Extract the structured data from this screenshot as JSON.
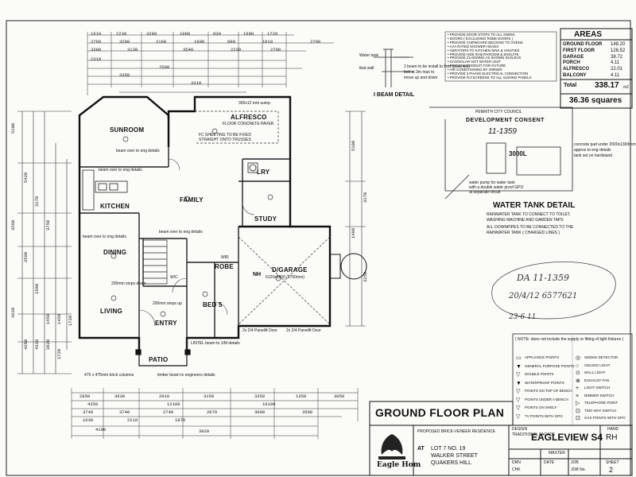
{
  "areas": {
    "title": "AREAS",
    "rows": [
      {
        "label": "GROUND FLOOR",
        "value": "148.20"
      },
      {
        "label": "FIRST FLOOR",
        "value": "126.52"
      },
      {
        "label": "GARAGE",
        "value": "38.72"
      },
      {
        "label": "PORCH",
        "value": "4.11"
      },
      {
        "label": "ALFRESCO",
        "value": "22.01"
      },
      {
        "label": "BALCONY",
        "value": "4.11"
      }
    ],
    "total_label": "Total",
    "total_value": "338.17",
    "total_unit": "m2",
    "squares": "36.36 squares"
  },
  "notes": {
    "lines": [
      "PROVIDE DOOR STOPS TO ALL SWING",
      "DOORS ( EXCLUDING ROBE DOORS )",
      "PROVIDE CHIPBOARD DECKING TO OVENS",
      "AAA RATED SHOWER HEADS",
      "AERATORS TO KITCHEN SINK & VANITIES",
      "PROVIDE HOB IN BATHROOM & ENSUITE",
      "PROVIDE CLADDING AS SHOWN IN ELEVS",
      "GAS/SOLAR HOT WATER UNIT",
      "PROVIDE CONDUIT FOR FUTURE",
      "AIR CONDITIONING BY OWNER",
      "PROVIDE 3 PHASE ELECTRICAL CONNECTION",
      "PROVIDE FLYSCREENS TO ALL SLIDING PANELS"
    ]
  },
  "ibeam": {
    "title": "I BEAM DETAIL",
    "labels": [
      "Water tank",
      "tbat wall",
      "1 beam to be install to floor joists with",
      "bolt at 3m max to",
      "move up and down"
    ]
  },
  "council_stamp": {
    "lines": [
      "PENRITH CITY COUNCIL",
      "DEVELOPMENT CONSENT",
      "11-1359"
    ]
  },
  "water_tank": {
    "title": "WATER TANK DETAIL",
    "caption": [
      "RAINWATER TANK TO CONNECT TO TOILET,",
      "WASHING MACHINE AND GARDEN TAPS",
      "ALL DOWNPIPES TO BE CONNECTED TO THE",
      "RAINWATER TANK ( CHARGED LINES )"
    ],
    "tank_label": "3000L",
    "labels": [
      "water pump for water tank",
      "with a double water proof GPO",
      "at separate circuit",
      "concrete pad under 2000x1300mm",
      "approx to eng details",
      "tank set on hardstand"
    ]
  },
  "handwritten": {
    "line1": "DA 11-1359",
    "line2": "20/4/12  6577621",
    "line3": "23-6  11"
  },
  "legend": {
    "note": "( NOTE: does not include the supply or fitting of light fixtures )",
    "left_items": [
      {
        "symbol": "▭",
        "label": "APPLIANCE POINTS"
      },
      {
        "symbol": "▼",
        "label": "GENERAL PURPOSE POINTS"
      },
      {
        "symbol": "▽",
        "label": "DOUBLE POINTS"
      },
      {
        "symbol": "▼",
        "label": "WATERPROOF POINTS"
      },
      {
        "symbol": "▽",
        "label": "POINTS ON TOP OF BENCH"
      },
      {
        "symbol": "▽",
        "label": "POINTS UNDER A BENCH"
      },
      {
        "symbol": "▽",
        "label": "POINTS ON SHELF"
      },
      {
        "symbol": "▽",
        "label": "TV POINTS WITH GPO"
      }
    ],
    "right_items": [
      {
        "symbol": "◎",
        "label": "SMOKE DETECTOR"
      },
      {
        "symbol": "○",
        "label": "CEILING LIGHT"
      },
      {
        "symbol": "⊙",
        "label": "WALL LIGHT"
      },
      {
        "symbol": "⊗",
        "label": "EXHAUST FAN"
      },
      {
        "symbol": "+",
        "label": "LIGHT SWITCH"
      },
      {
        "symbol": "×",
        "label": "DIMMER SWITCH"
      },
      {
        "symbol": "▷",
        "label": "TELEPHONE POINT"
      },
      {
        "symbol": "⊡",
        "label": "TWO WAY SWITCH"
      },
      {
        "symbol": "⊡",
        "label": "GAS POINTS WITH GPO"
      }
    ]
  },
  "plan_title": "GROUND FLOOR PLAN",
  "title_block": {
    "logo_text": "Eagle Hom",
    "project_label": "PROPOSED BRICK-VENEER RESIDENCE",
    "at_label": "AT",
    "address": [
      "LOT 7 NO. 19",
      "WALKER STREET",
      "QUAKERS HILL"
    ],
    "design_label": "DESIGN",
    "design_sub": "TRADITIONAL FACADE",
    "design_name": "EAGLEVIEW S4",
    "hand_label": "HAND",
    "hand_value": "RH",
    "sheet_label": "SHEET",
    "sheet_value": "2",
    "grid_labels": [
      "DRN",
      "CHK",
      "DATE",
      "JOB",
      "JOB No.",
      "MASTER"
    ]
  },
  "rooms": {
    "sunroom": "SUNROOM",
    "alfresco": "ALFRESCO",
    "alfresco_sub": "FLOOR CONCRETE PAVER",
    "kitchen": "KITCHEN",
    "family": "FAMILY",
    "study": "STUDY",
    "lry": "LRY",
    "dining": "DINING",
    "living": "LIVING",
    "entry": "ENTRY",
    "bed5": "BED 5",
    "robe": "ROBE",
    "garage": "D/GARAGE",
    "garage_sub": "5120x5900 (3750mm)",
    "patio": "PATIO",
    "wc": "W/C",
    "nh": "NH"
  },
  "plan_notes": [
    "FC SHEETING TO BE FIXED",
    "STRAIGHT ONTO TRUSSES",
    "beam over to eng details",
    "beam over to eng details",
    "beam over to eng details",
    "beam over to eng details",
    "timber beam to engineers details",
    "LINTEL beam to 1/M details",
    "475 x 475mm brick columns",
    "2x 2/4 Panelift Door",
    "2x 2/4 Panelift Door",
    "300x12 mm sump",
    "200mm steps down",
    "200mm steps up",
    "WIR"
  ],
  "dims_top": [
    "1610",
    "2230",
    "3280",
    "1080",
    "830",
    "1690",
    "1720",
    "2760",
    "3280",
    "2160",
    "1690",
    "890",
    "1010",
    "2790",
    "3380",
    "3130",
    "3540",
    "2220",
    "2790",
    "2310",
    "7600",
    "3350",
    "3310"
  ],
  "dims_left": [
    "5100",
    "5420",
    "3170",
    "3750",
    "3260",
    "2580",
    "1590",
    "1450",
    "1450",
    "1720",
    "4220",
    "4260",
    "4310",
    "3820",
    "1720"
  ],
  "dims_bottom": [
    "2850",
    "3630",
    "2010",
    "3150",
    "3350",
    "1350",
    "3050",
    "4350",
    "12100",
    "16190",
    "3740",
    "3740",
    "2740",
    "2070",
    "3000",
    "3500",
    "1630",
    "2210",
    "1870",
    "4100",
    "3920"
  ],
  "dims_right": [
    "5100",
    "3170",
    "1490",
    "3250"
  ]
}
